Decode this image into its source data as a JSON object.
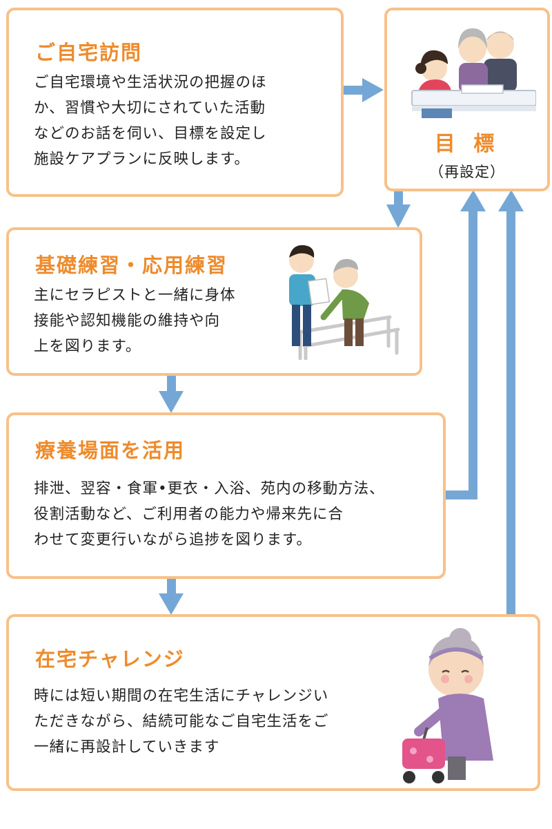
{
  "colors": {
    "accent": "#ee8b2c",
    "border": "#f7c189",
    "arrow": "#75a7d6",
    "text": "#222222"
  },
  "home_visit": {
    "title": "ご自宅訪問",
    "lines": [
      "ご自宅環境や生活状況の把握のほ",
      "か、習慣や大切にされていた活動",
      "などのお話を伺い、目標を設定し",
      "施設ケアプランに反映します。"
    ]
  },
  "goal": {
    "title": "目 標",
    "subtitle": "（再設定）",
    "illustration": "staff-consulting-elderly-couple-icon"
  },
  "training": {
    "title": "基礎練習・応用練習",
    "lines": [
      "主にセラピストと一緒に身体",
      "接能や認知機能の維持や向",
      "上を図ります。"
    ],
    "illustration": "therapist-parallel-bars-icon"
  },
  "care_scene": {
    "title": "療養場面を活用",
    "lines": [
      "排泄、翌容・食軍•更衣・入浴、苑内の移動方法、",
      "役割活動など、ご利用者の能力や帰来先に合",
      "わせて変更行いながら追捗を図ります。"
    ]
  },
  "home_challenge": {
    "title": "在宅チャレンジ",
    "lines": [
      "時には短い期間の在宅生活にチャレンジい",
      "ただきながら、結続可能なご自宅生活をご",
      "一緒に再設計していきます"
    ],
    "illustration": "elderly-woman-walker-icon"
  }
}
